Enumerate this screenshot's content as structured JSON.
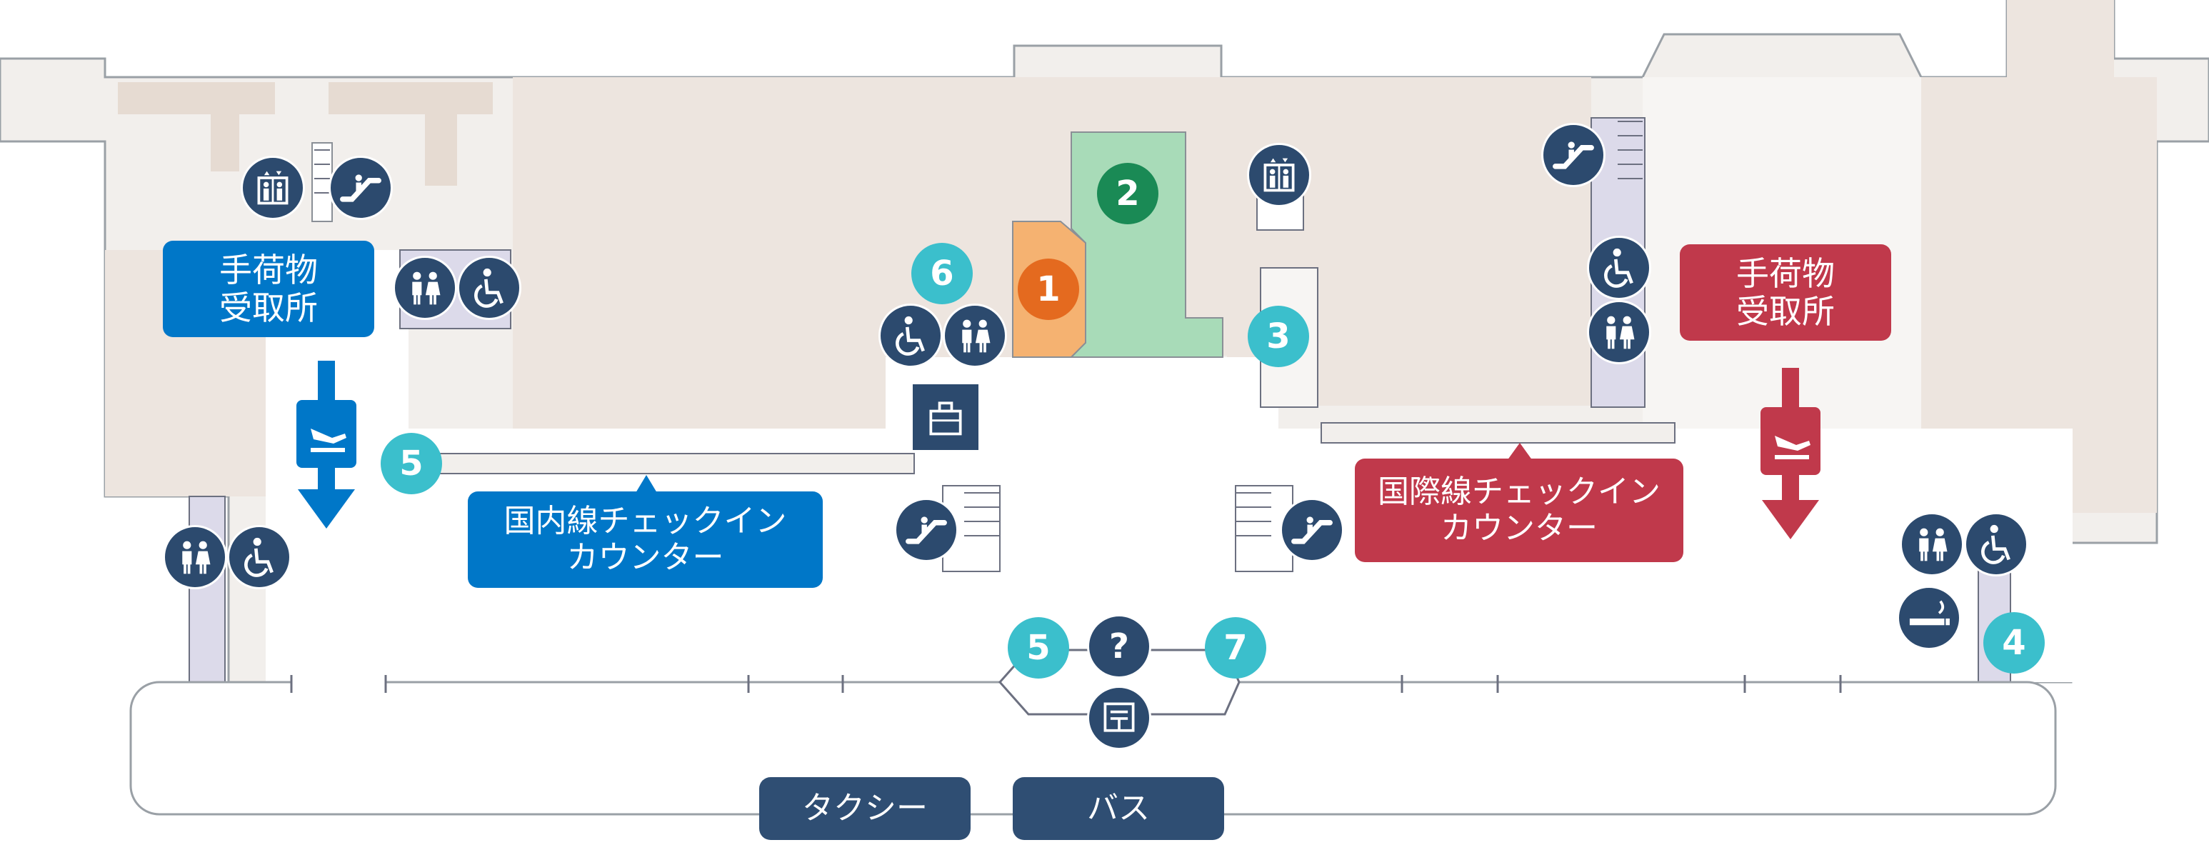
{
  "colors": {
    "floor": "#ede5df",
    "floor_light": "#f2efec",
    "outline": "#9aa0a6",
    "domestic": "#0077c8",
    "international": "#c0394b",
    "dark_icon": "#2c4a6e",
    "number_teal": "#3bbfcc",
    "shop_orange": "#e46a1f",
    "shop_green": "#1a8a55",
    "transport": "#2f4e73"
  },
  "labels": {
    "domestic_baggage": [
      "手荷物",
      "受取所"
    ],
    "international_baggage": [
      "手荷物",
      "受取所"
    ],
    "domestic_checkin": [
      "国内線チェックイン",
      "カウンター"
    ],
    "international_checkin": [
      "国際線チェックイン",
      "カウンター"
    ],
    "taxi": "タクシー",
    "bus": "バス"
  },
  "markers": {
    "m1": "1",
    "m2": "2",
    "m3": "3",
    "m4": "4",
    "m5_left": "5",
    "m5_center": "5",
    "m6": "6",
    "m7": "7"
  },
  "icons": [
    "elevator-icon",
    "escalator-icon",
    "restroom-icon",
    "wheelchair-icon",
    "baggage-storage-icon",
    "information-icon",
    "post-icon",
    "smoking-icon",
    "arrivals-icon"
  ]
}
